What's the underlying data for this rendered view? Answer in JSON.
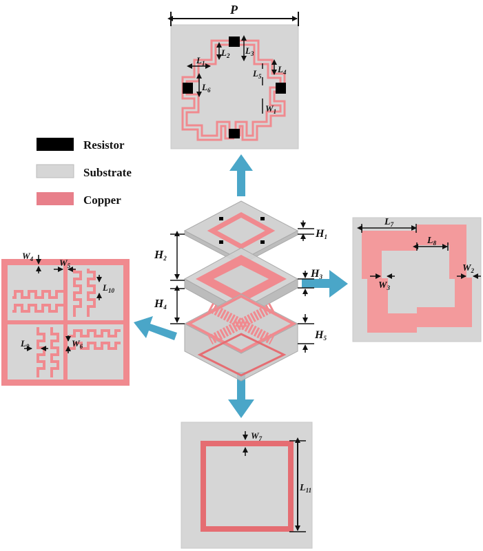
{
  "figure": {
    "description": "Exploded view of a multilayer metamaterial absorber unit cell with top/bottom views of each layer",
    "colors": {
      "resistor": "#000000",
      "substrate": "#d6d6d6",
      "copper": "#f08a8f",
      "copper_dark": "#e56d72",
      "arrow": "#4aa6c8",
      "dimension_line": "#111111"
    }
  },
  "legend": {
    "items": [
      {
        "label": "Resistor",
        "color": "#000000"
      },
      {
        "label": "Substrate",
        "color": "#d6d6d6"
      },
      {
        "label": "Copper",
        "color": "#e87f8a"
      }
    ]
  },
  "top_layer": {
    "period_label": "P",
    "dims": {
      "L1": {
        "main": "L",
        "sub": "1"
      },
      "L2": {
        "main": "L",
        "sub": "2"
      },
      "L3": {
        "main": "L",
        "sub": "3"
      },
      "L4": {
        "main": "L",
        "sub": "4"
      },
      "L5": {
        "main": "L",
        "sub": "5"
      },
      "L6": {
        "main": "L",
        "sub": "6"
      },
      "W1": {
        "main": "W",
        "sub": "1"
      }
    }
  },
  "middle_layer": {
    "dims": {
      "L7": {
        "main": "L",
        "sub": "7"
      },
      "L8": {
        "main": "L",
        "sub": "8"
      },
      "W2": {
        "main": "W",
        "sub": "2"
      },
      "W3": {
        "main": "W",
        "sub": "3"
      }
    }
  },
  "fss_layer": {
    "dims": {
      "W4": {
        "main": "W",
        "sub": "4"
      },
      "W5": {
        "main": "W",
        "sub": "5"
      },
      "W6": {
        "main": "W",
        "sub": "6"
      },
      "L9": {
        "main": "L",
        "sub": "9"
      },
      "L10": {
        "main": "L",
        "sub": "10"
      }
    }
  },
  "bottom_layer": {
    "dims": {
      "W7": {
        "main": "W",
        "sub": "7"
      },
      "L11": {
        "main": "L",
        "sub": "11"
      }
    }
  },
  "stack": {
    "heights": {
      "H1": {
        "main": "H",
        "sub": "1"
      },
      "H2": {
        "main": "H",
        "sub": "2"
      },
      "H3": {
        "main": "H",
        "sub": "3"
      },
      "H4": {
        "main": "H",
        "sub": "4"
      },
      "H5": {
        "main": "H",
        "sub": "5"
      }
    }
  }
}
